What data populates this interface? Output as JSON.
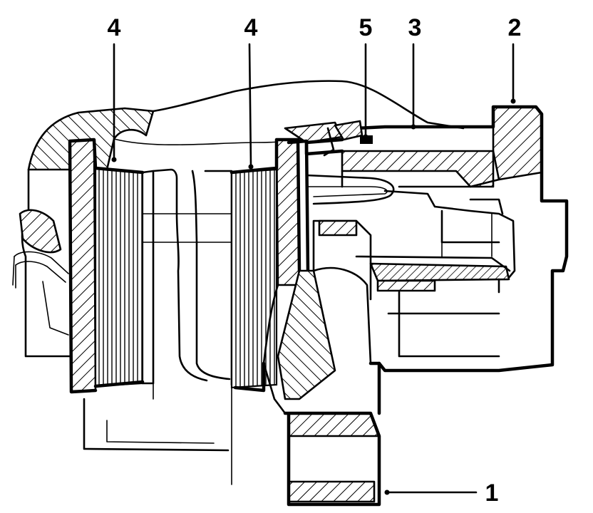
{
  "diagram": {
    "callouts": [
      {
        "id": "c1",
        "label": "1"
      },
      {
        "id": "c2",
        "label": "2"
      },
      {
        "id": "c3",
        "label": "3"
      },
      {
        "id": "c4a",
        "label": "4"
      },
      {
        "id": "c4b",
        "label": "4"
      },
      {
        "id": "c5",
        "label": "5"
      }
    ],
    "colors": {
      "ink": "#000000",
      "paper": "#ffffff"
    }
  }
}
